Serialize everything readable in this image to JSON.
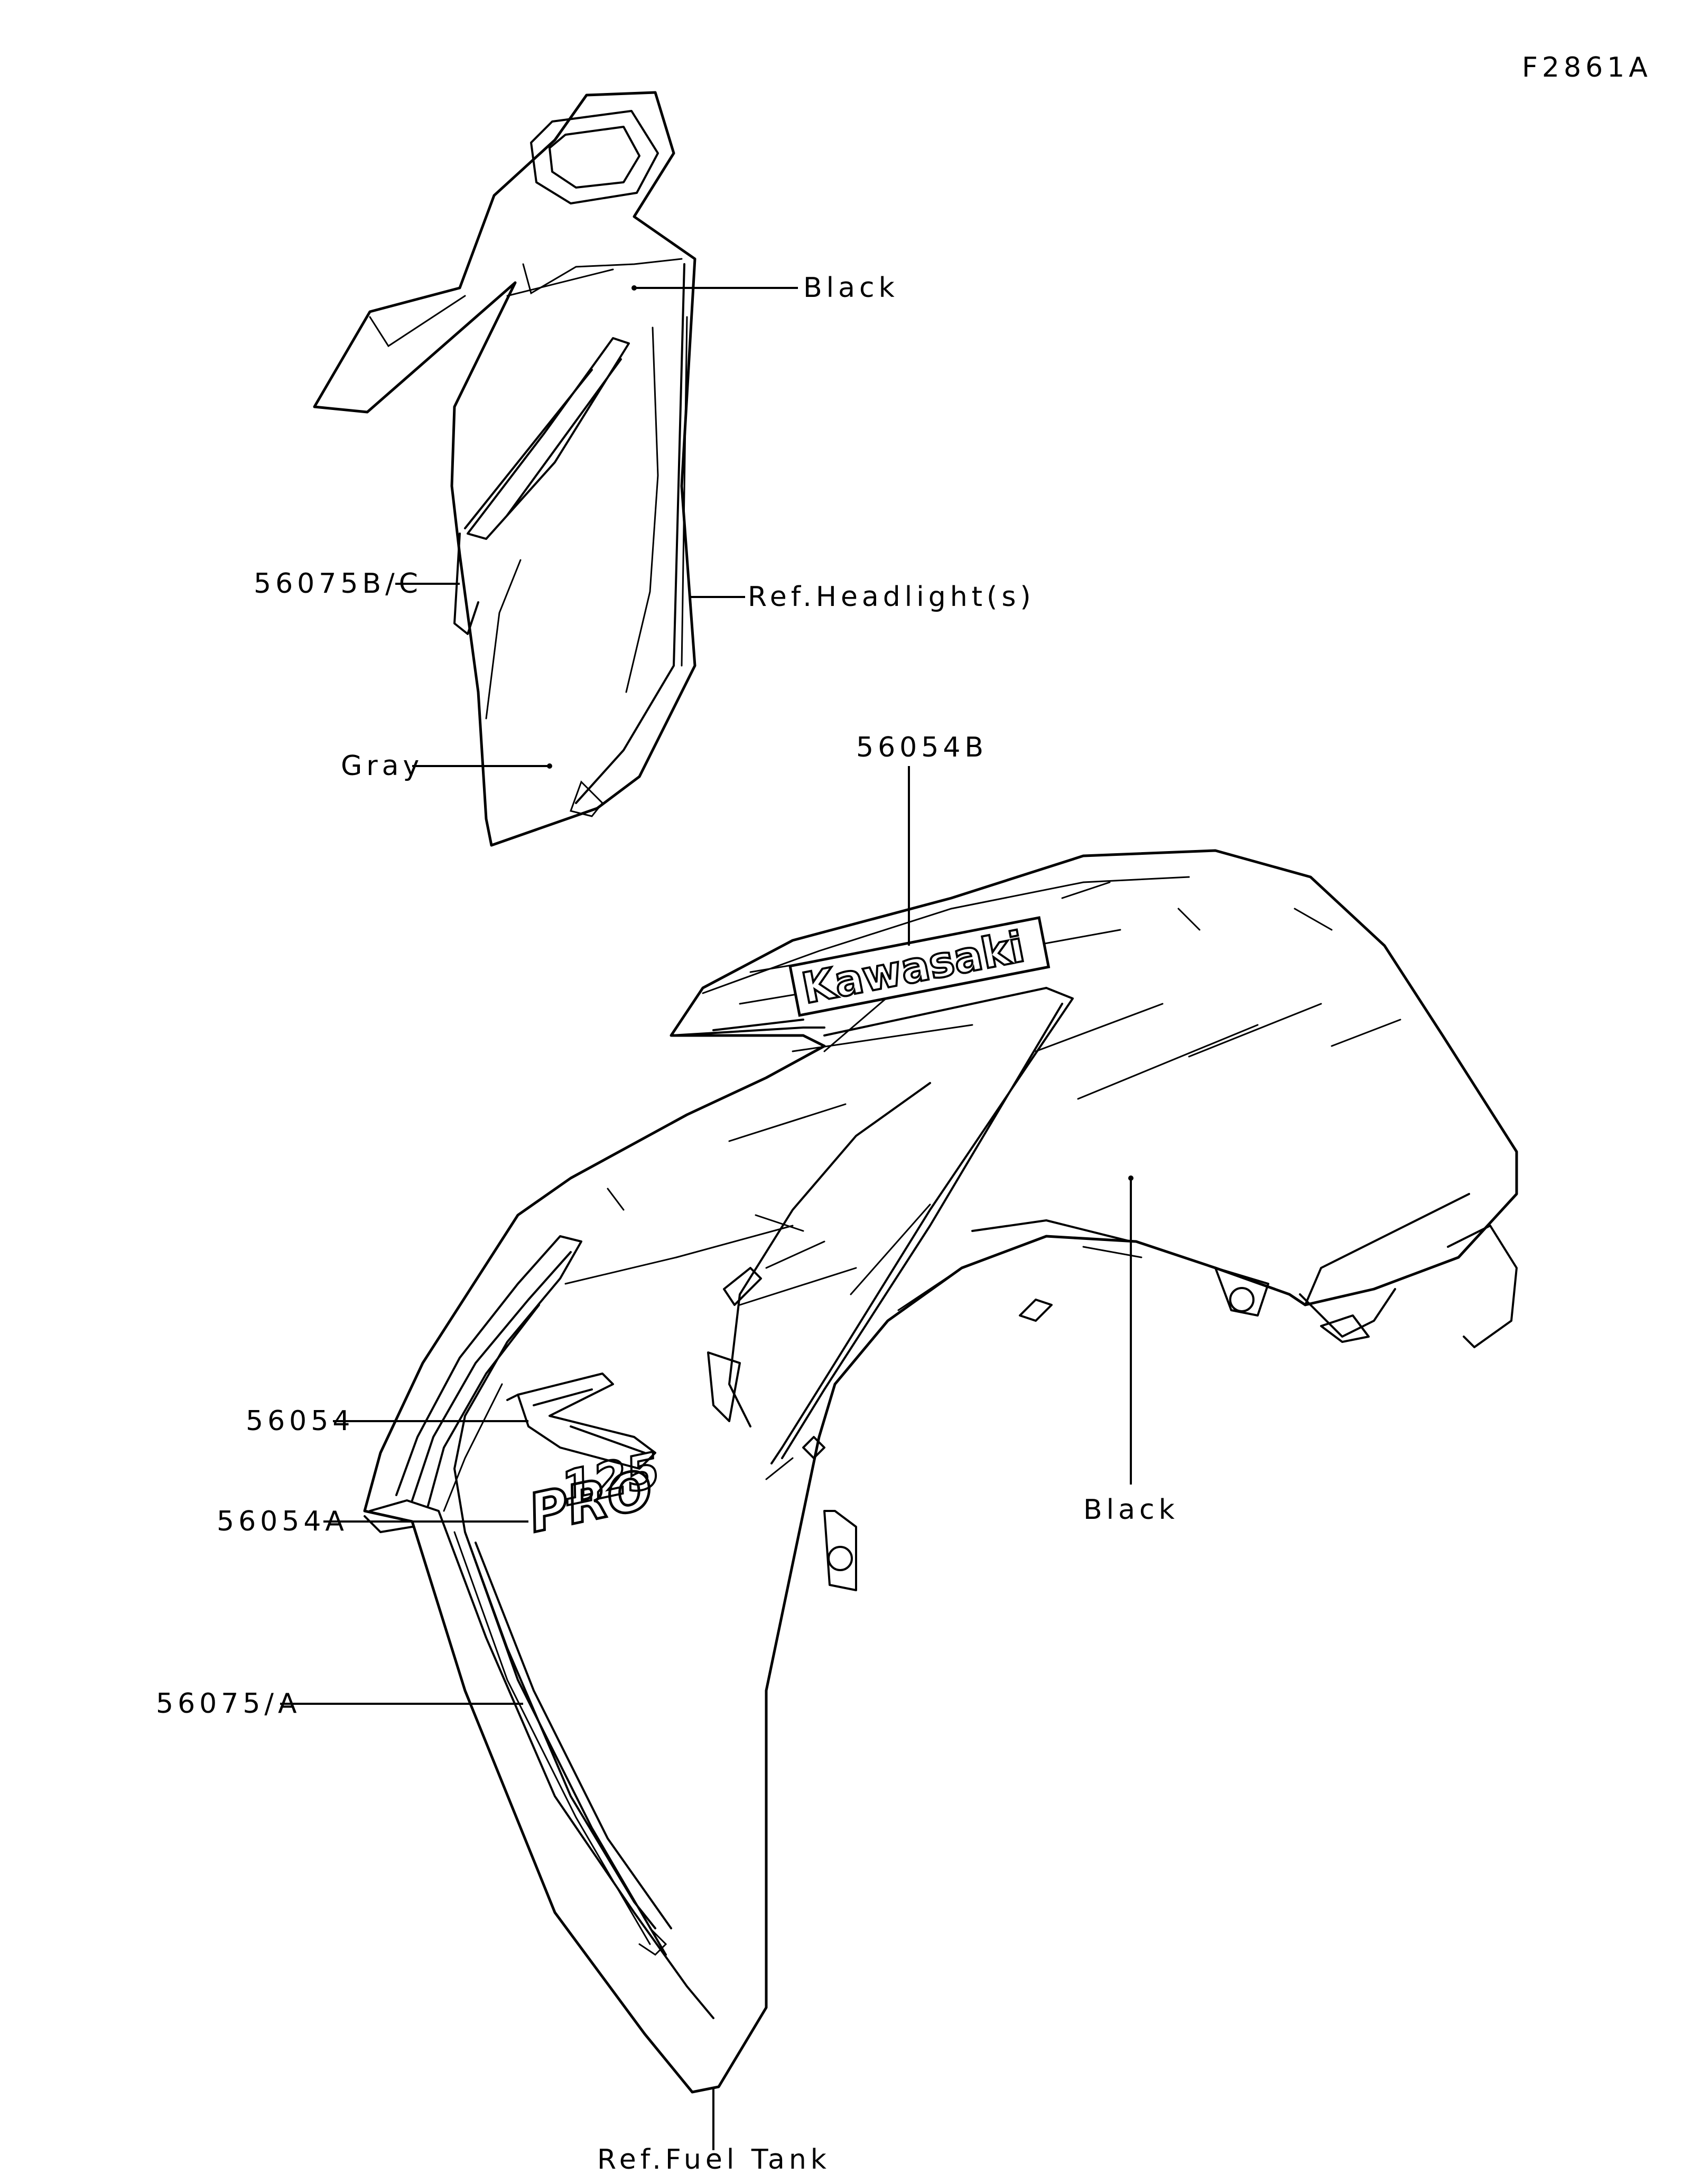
{
  "figure_id": "F2861A",
  "labels": {
    "cowl_black": "Black",
    "cowl_part": "56075B/C",
    "ref_headlight": "Ref.Headlight(s)",
    "cowl_gray": "Gray",
    "tank_logo_part": "56054B",
    "tank_z_part": "56054",
    "tank_pro_part": "56054A",
    "tank_stripe_part": "56075/A",
    "tank_black": "Black",
    "ref_fuel_tank": "Ref.Fuel Tank"
  },
  "decals": {
    "brand": "Kawasaki",
    "model_number": "125",
    "model_suffix": "PRO"
  }
}
